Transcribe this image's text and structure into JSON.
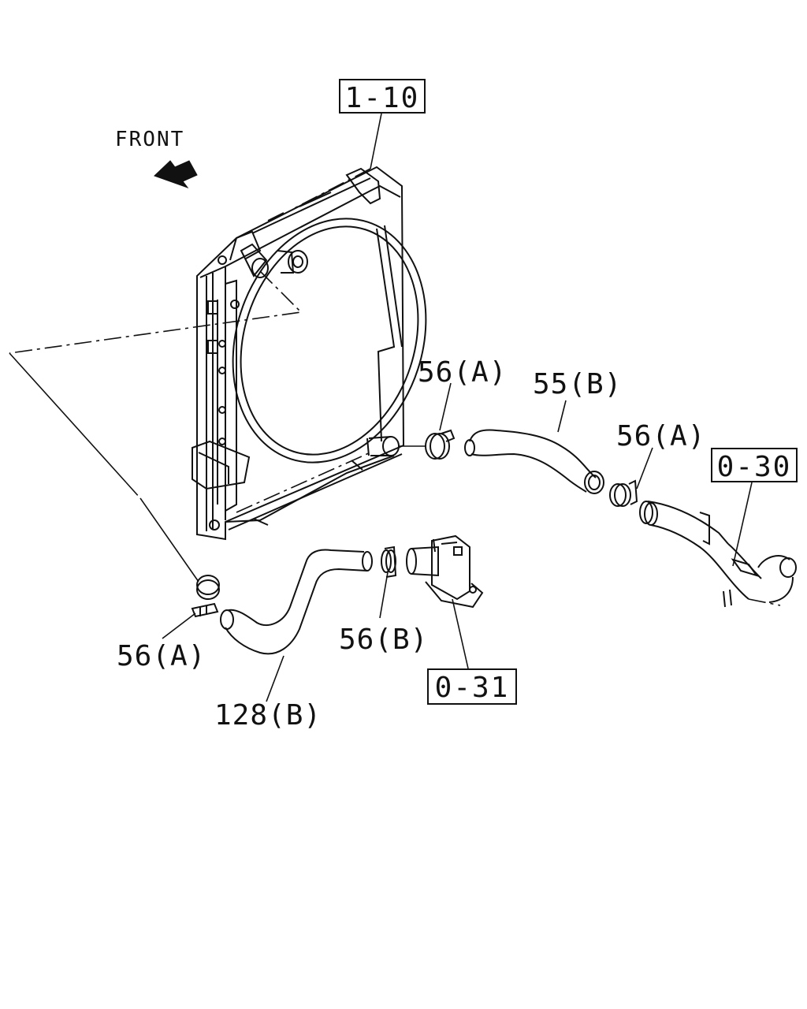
{
  "direction_label": "FRONT",
  "boxed_refs": {
    "radiator": "1-10",
    "outlet_pipe": "0-30",
    "thermostat_housing": "0-31"
  },
  "part_labels": {
    "clamp_upper_left": "56(A)",
    "hose_upper": "55(B)",
    "clamp_upper_right": "56(A)",
    "clamp_lower_left": "56(A)",
    "clamp_lower": "56(B)",
    "hose_lower": "128(B)"
  }
}
